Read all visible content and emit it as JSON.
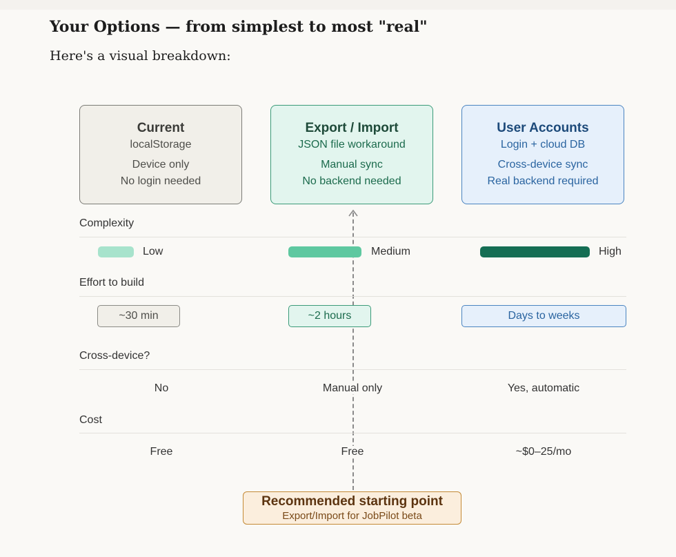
{
  "heading": "Your Options — from simplest to most \"real\"",
  "intro": "Here's a visual breakdown:",
  "options": [
    {
      "title": "Current",
      "subtitle": "localStorage",
      "line1": "Device only",
      "line2": "No login needed"
    },
    {
      "title": "Export / Import",
      "subtitle": "JSON file workaround",
      "line1": "Manual sync",
      "line2": "No backend needed"
    },
    {
      "title": "User Accounts",
      "subtitle": "Login + cloud DB",
      "line1": "Cross-device sync",
      "line2": "Real backend required"
    }
  ],
  "complexity": {
    "label": "Complexity",
    "levels": [
      "Low",
      "Medium",
      "High"
    ],
    "colors": [
      "#a7e3cc",
      "#5ec8a0",
      "#156e54"
    ]
  },
  "effort": {
    "label": "Effort to build",
    "values": [
      "~30 min",
      "~2 hours",
      "Days to weeks"
    ]
  },
  "cross_device": {
    "label": "Cross-device?",
    "values": [
      "No",
      "Manual only",
      "Yes, automatic"
    ]
  },
  "cost": {
    "label": "Cost",
    "values": [
      "Free",
      "Free",
      "~$0–25/mo"
    ]
  },
  "recommendation": {
    "title": "Recommended starting point",
    "subtitle": "Export/Import for JobPilot beta"
  },
  "colors": {
    "current": "#f1efe9",
    "export": "#e2f5ee",
    "accounts": "#e6f0fb",
    "recommend": "#fbeedd"
  }
}
